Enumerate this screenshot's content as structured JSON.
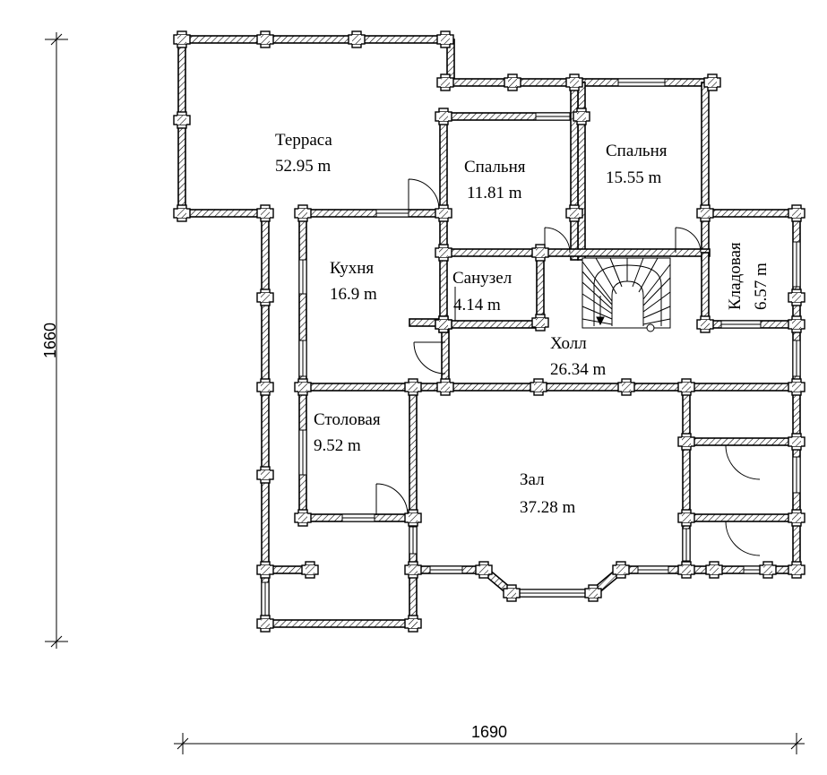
{
  "dimensions": {
    "width_label": "1690",
    "height_label": "1660"
  },
  "rooms": {
    "terrace": {
      "name": "Терраса",
      "area": "52.95 m"
    },
    "bedroom1": {
      "name": "Спальня",
      "area": "11.81 m"
    },
    "bedroom2": {
      "name": "Спальня",
      "area": "15.55 m"
    },
    "kitchen": {
      "name": "Кухня",
      "area": "16.9 m"
    },
    "bathroom": {
      "name": "Санузел",
      "area": "4.14 m"
    },
    "storage": {
      "name": "Кладовая",
      "area": "6.57 m"
    },
    "hall": {
      "name": "Холл",
      "area": "26.34 m"
    },
    "dining": {
      "name": "Столовая",
      "area": "9.52 m"
    },
    "living": {
      "name": "Зал",
      "area": "37.28 m"
    }
  }
}
